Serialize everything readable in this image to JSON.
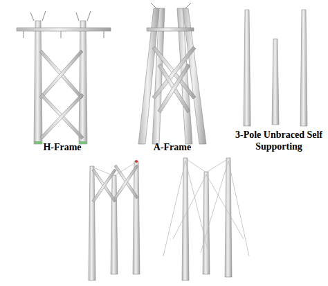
{
  "diagram": {
    "labels": [
      "H-Frame",
      "A-Frame",
      "3-Pole Unbraced Self Supporting"
    ]
  }
}
